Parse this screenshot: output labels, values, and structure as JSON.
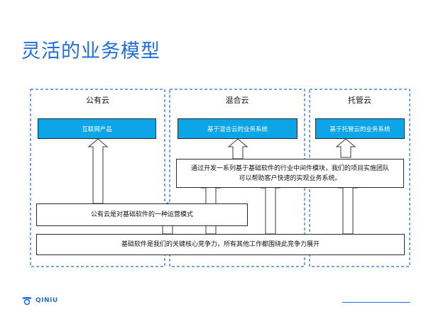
{
  "title": "灵活的业务模型",
  "columns": [
    {
      "name": "公有云",
      "product": "互联网产品"
    },
    {
      "name": "混合云",
      "product": "基于混合云的业务系统"
    },
    {
      "name": "托管云",
      "product": "基于托管云的业务系统"
    }
  ],
  "notes": {
    "hybrid_line1": "通过开发一系列基于基础软件的行业中间件模块，我们的项目实施团队",
    "hybrid_line2": "可以帮助客户快速的实现业务系统。",
    "public": "公有云是对基础软件的一种运营模式",
    "core": "基础软件是我们的关键核心竞争力，所有其他工作都围绕此竞争力展开"
  },
  "logo": {
    "text": "QINIU",
    "icon": "qiniu-logo-icon"
  },
  "colors": {
    "title": "#1e6fd9",
    "product_box": "#0ba5e8",
    "dashed_border": "#1e6fd9",
    "arrow": "#3a3a3a"
  }
}
